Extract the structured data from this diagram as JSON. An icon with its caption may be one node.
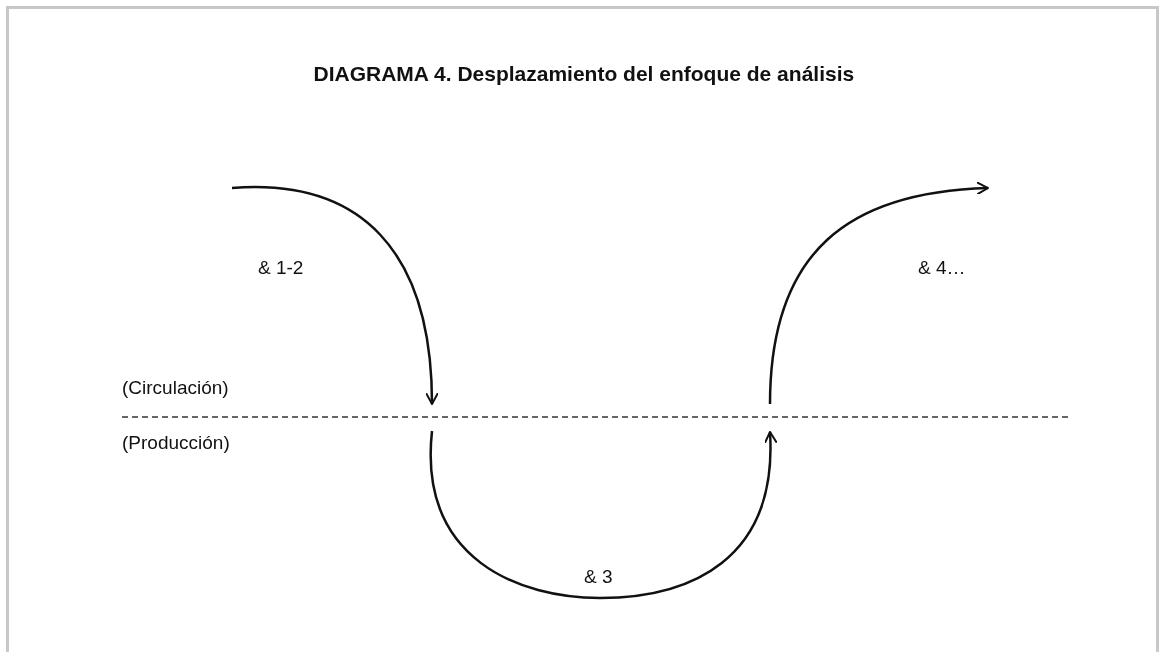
{
  "diagram": {
    "title": "DIAGRAMA 4. Desplazamiento del enfoque de análisis",
    "labels": [
      "& 1-2",
      "& 4…",
      "(Circulación)",
      "(Producción)",
      "& 3"
    ]
  }
}
